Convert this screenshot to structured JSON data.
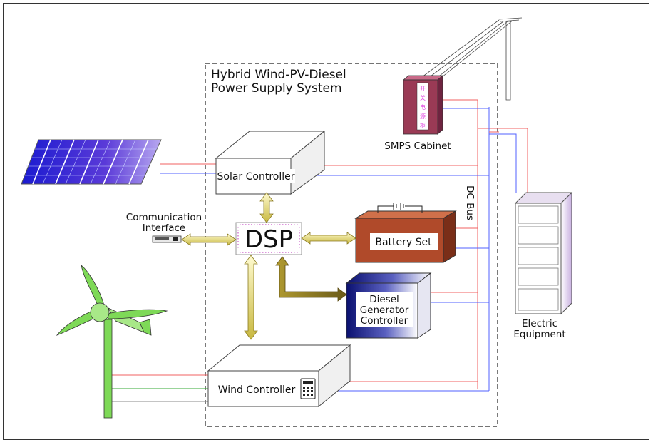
{
  "system": {
    "title_line1": "Hybrid Wind-PV-Diesel",
    "title_line2": "Power Supply System"
  },
  "components": {
    "solar_controller": "Solar Controller",
    "dsp": "DSP",
    "battery_set": "Battery Set",
    "diesel_line1": "Diesel",
    "diesel_line2": "Generator",
    "diesel_line3": "Controller",
    "wind_controller": "Wind Controller",
    "smps_cabinet": "SMPS Cabinet",
    "comm_line1": "Communication",
    "comm_line2": "Interface",
    "electric_line1": "Electric",
    "electric_line2": "Equipment",
    "dc_bus": "DC Bus",
    "smps_chars": [
      "开",
      "关",
      "电",
      "源",
      "柜"
    ]
  },
  "colors": {
    "wire_red": "#f06060",
    "wire_blue": "#5060ff",
    "wire_green": "#33aa33",
    "arrow_gold": "#c8b840",
    "battery_fill": "#b04a2a",
    "smps_fill": "#9a3a55",
    "diesel_dark": "#101880",
    "turbine_green": "#7ed957",
    "panel_blue": "#2828c8",
    "cabinet_purple": "#d6c4e6"
  }
}
